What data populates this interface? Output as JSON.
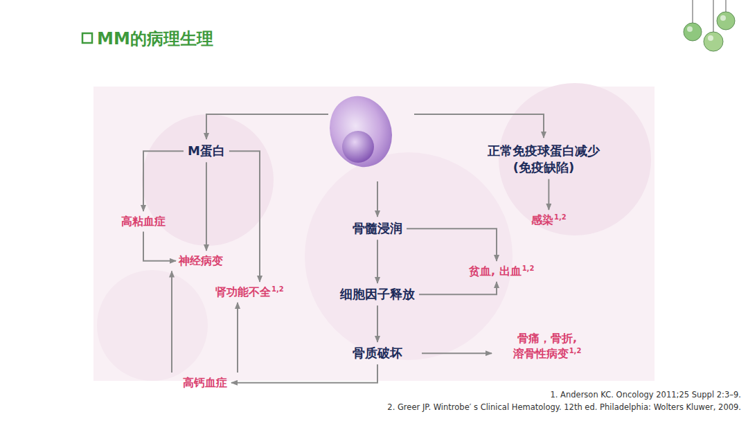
{
  "diagram": {
    "title": "MM的病理生理",
    "nodes": [
      {
        "text": [
          "M蛋白"
        ]
      },
      {
        "text": [
          "正常免疫球蛋白减少 (免疫缺陷)"
        ]
      },
      {
        "text": [
          "高粘血症"
        ]
      },
      {
        "text": [
          "神经病变"
        ]
      },
      {
        "text": [
          "肾功能不全",
          "1,2"
        ]
      },
      {
        "text": [
          "骨髓浸润"
        ]
      },
      {
        "text": [
          "感染",
          "1,2"
        ]
      },
      {
        "text": [
          "贫血, 出血",
          "1,2"
        ]
      },
      {
        "text": [
          "细胞因子释放"
        ]
      },
      {
        "text": [
          "骨质破坏"
        ]
      },
      {
        "text": [
          "骨痛，骨折, 溶骨性病变",
          "1,2"
        ]
      },
      {
        "text": [
          "高钙血症"
        ]
      }
    ],
    "edges": [
      {
        "from": 0,
        "to": 2,
        "arrow": "to"
      },
      {
        "from": 0,
        "to": 3,
        "arrow": "to"
      },
      {
        "from": 0,
        "to": 4,
        "arrow": "to"
      },
      {
        "from": 2,
        "to": 3,
        "arrow": "to"
      },
      {
        "from": 1,
        "to": 6,
        "arrow": "to"
      },
      {
        "from": 5,
        "to": 7,
        "arrow": "to"
      },
      {
        "from": 5,
        "to": 8,
        "arrow": "to"
      },
      {
        "from": 8,
        "to": 7,
        "arrow": "to"
      },
      {
        "from": 8,
        "to": 9,
        "arrow": "to"
      },
      {
        "from": 9,
        "to": 10,
        "arrow": "to"
      },
      {
        "from": 9,
        "to": 11,
        "arrow": "to"
      },
      {
        "from": 11,
        "to": 3,
        "arrow": "to"
      },
      {
        "from": 11,
        "to": 4,
        "arrow": "to"
      }
    ],
    "labels": [
      "1. Anderson KC. Oncology 2011;25 Suppl 2:3–9.",
      "2. Greer JP. Wintrobe′ s Clinical Hematology. 12th ed. Philadelphia: Wolters Kluwer, 2009."
    ]
  }
}
